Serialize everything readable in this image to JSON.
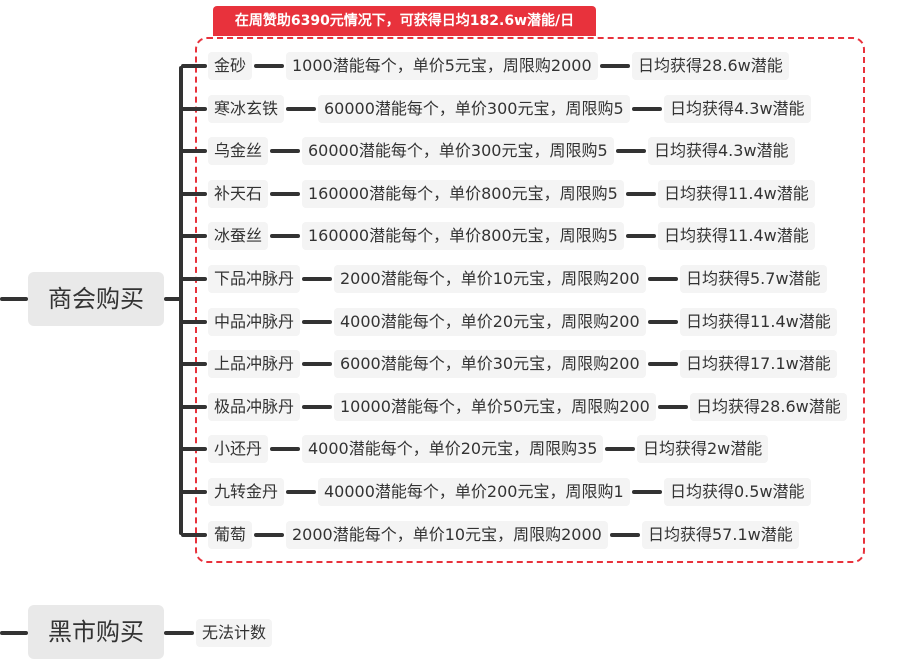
{
  "summary_label": "在周赞助6390元情况下，可获得日均182.6w潜能/日",
  "main_nodes": {
    "shanghui": "商会购买",
    "heishi": "黑市购买"
  },
  "heishi_child": "无法计数",
  "items": [
    {
      "name": "金砂",
      "detail": "1000潜能每个，单价5元宝，周限购2000",
      "daily": "日均获得28.6w潜能"
    },
    {
      "name": "寒冰玄铁",
      "detail": "60000潜能每个，单价300元宝，周限购5",
      "daily": "日均获得4.3w潜能"
    },
    {
      "name": "乌金丝",
      "detail": "60000潜能每个，单价300元宝，周限购5",
      "daily": "日均获得4.3w潜能"
    },
    {
      "name": "补天石",
      "detail": "160000潜能每个，单价800元宝，周限购5",
      "daily": "日均获得11.4w潜能"
    },
    {
      "name": "冰蚕丝",
      "detail": "160000潜能每个，单价800元宝，周限购5",
      "daily": "日均获得11.4w潜能"
    },
    {
      "name": "下品冲脉丹",
      "detail": "2000潜能每个，单价10元宝，周限购200",
      "daily": "日均获得5.7w潜能"
    },
    {
      "name": "中品冲脉丹",
      "detail": "4000潜能每个，单价20元宝，周限购200",
      "daily": "日均获得11.4w潜能"
    },
    {
      "name": "上品冲脉丹",
      "detail": "6000潜能每个，单价30元宝，周限购200",
      "daily": "日均获得17.1w潜能"
    },
    {
      "name": "极品冲脉丹",
      "detail": "10000潜能每个，单价50元宝，周限购200",
      "daily": "日均获得28.6w潜能"
    },
    {
      "name": "小还丹",
      "detail": "4000潜能每个，单价20元宝，周限购35",
      "daily": "日均获得2w潜能"
    },
    {
      "name": "九转金丹",
      "detail": "40000潜能每个，单价200元宝，周限购1",
      "daily": "日均获得0.5w潜能"
    },
    {
      "name": "葡萄",
      "detail": "2000潜能每个，单价10元宝，周限购2000",
      "daily": "日均获得57.1w潜能"
    }
  ]
}
